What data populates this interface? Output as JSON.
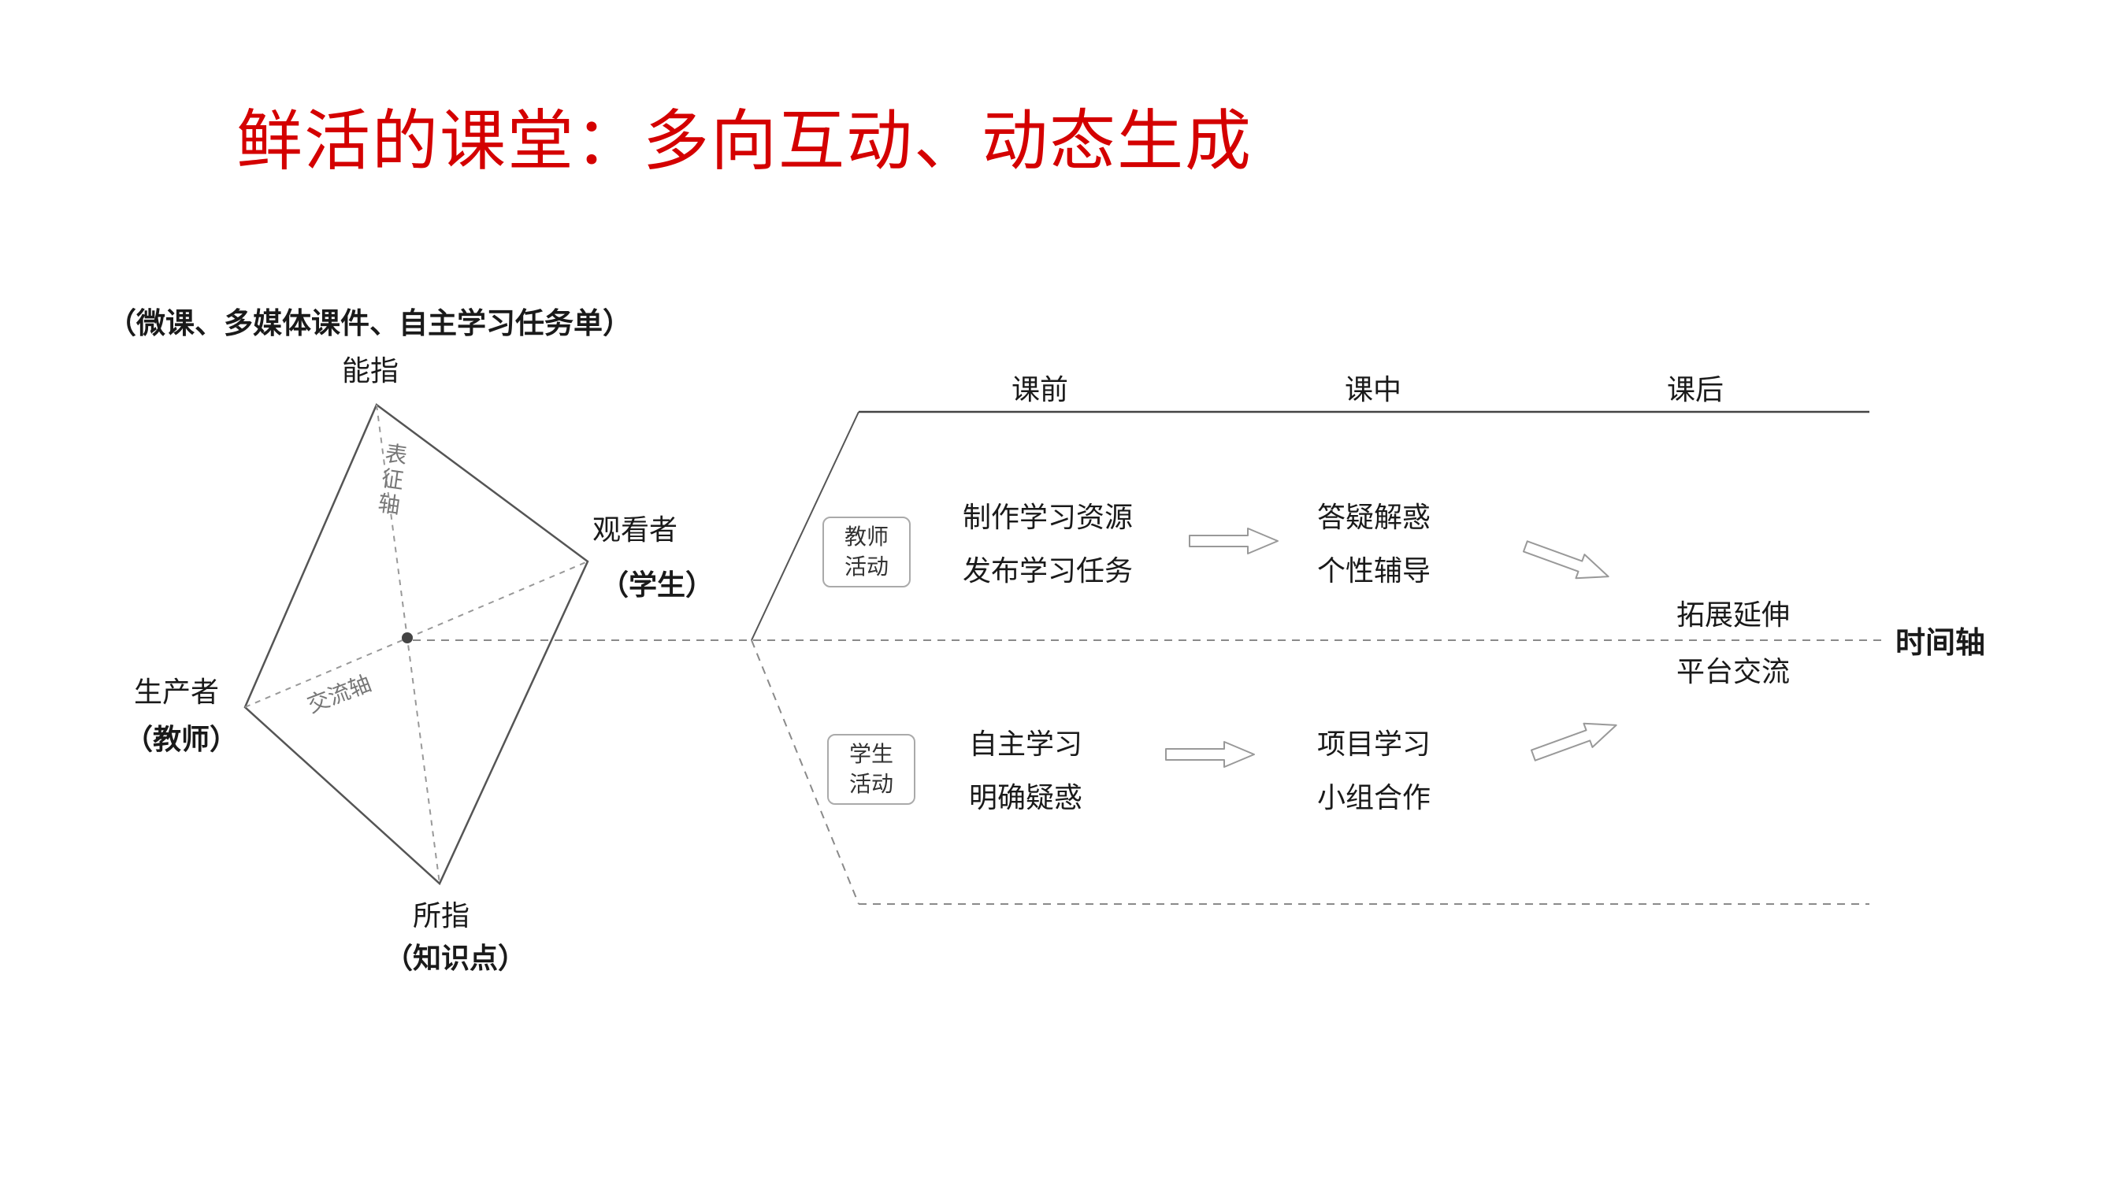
{
  "title": "鲜活的课堂：多向互动、动态生成",
  "diamond": {
    "top_note": "（微课、多媒体课件、自主学习任务单）",
    "top_vertex": "能指",
    "axis_vertical": "表征轴",
    "axis_horizontal": "交流轴",
    "right_vertex": "观看者",
    "right_vertex_sub": "（学生）",
    "left_vertex": "生产者",
    "left_vertex_sub": "（教师）",
    "bottom_vertex": "所指",
    "bottom_vertex_sub": "（知识点）"
  },
  "timeline": {
    "phases": [
      "课前",
      "课中",
      "课后"
    ],
    "axis_label": "时间轴",
    "teacher": {
      "role_line1": "教师",
      "role_line2": "活动",
      "pre_line1": "制作学习资源",
      "pre_line2": "发布学习任务",
      "mid_line1": "答疑解惑",
      "mid_line2": "个性辅导"
    },
    "student": {
      "role_line1": "学生",
      "role_line2": "活动",
      "pre_line1": "自主学习",
      "pre_line2": "明确疑惑",
      "mid_line1": "项目学习",
      "mid_line2": "小组合作"
    },
    "post_line1": "拓展延伸",
    "post_line2": "平台交流"
  },
  "colors": {
    "title_red": "#d40000",
    "solid_line": "#555555",
    "dashed_line": "#999999",
    "axis_text": "#777777"
  }
}
